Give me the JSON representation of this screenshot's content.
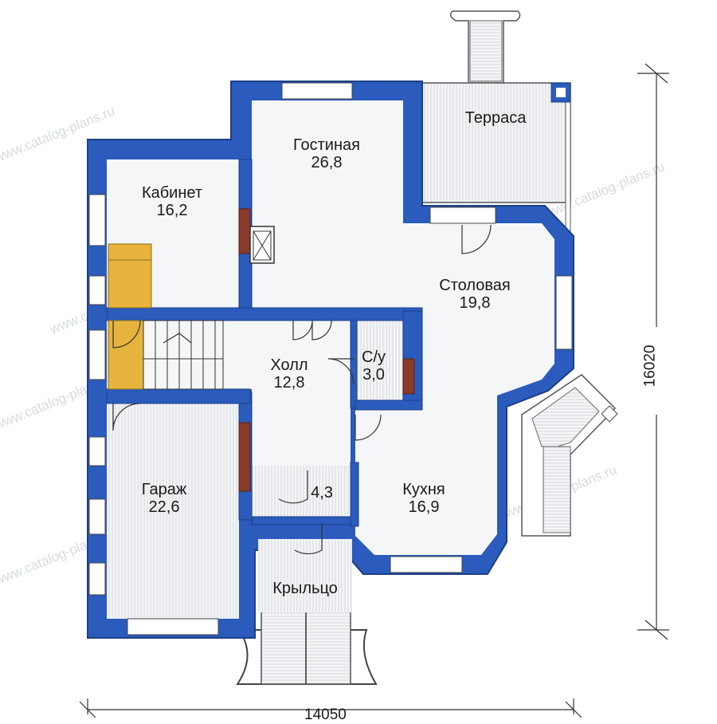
{
  "rooms": {
    "gostinaya": {
      "name": "Гостиная",
      "area": "26,8"
    },
    "kabinet": {
      "name": "Кабинет",
      "area": "16,2"
    },
    "terrasa": {
      "name": "Терраса"
    },
    "stolovaya": {
      "name": "Столовая",
      "area": "19,8"
    },
    "holl": {
      "name": "Холл",
      "area": "12,8"
    },
    "su": {
      "name": "С/у",
      "area": "3,0"
    },
    "garazh": {
      "name": "Гараж",
      "area": "22,6"
    },
    "kladovaya": {
      "area": "4,3"
    },
    "kuhnya": {
      "name": "Кухня",
      "area": "16,9"
    },
    "krylco": {
      "name": "Крыльцо"
    }
  },
  "dimensions": {
    "width": "14050",
    "height": "16020"
  },
  "watermark": "www.catalog-plans.ru",
  "colors": {
    "wall": "#2a5bbd",
    "wall_edge": "#1d3f86",
    "floor": "#f5f6f7",
    "stairs": "#e6b43c",
    "hatch": "#d7dbe0",
    "brick": "#8b3a2c"
  }
}
